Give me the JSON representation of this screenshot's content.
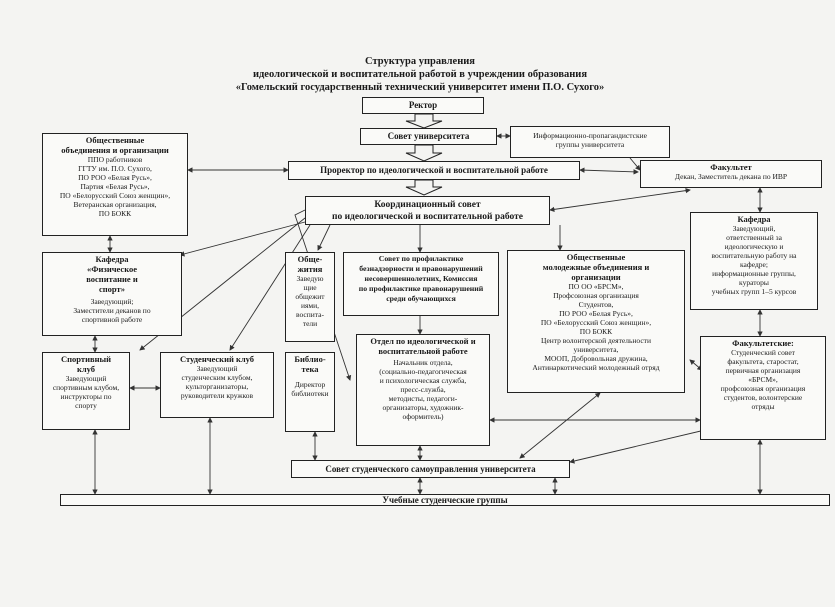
{
  "title": {
    "line1": "Структура управления",
    "line2": "идеологической и воспитательной работой в учреждении образования",
    "line3": "«Гомельский государственный технический университет имени П.О. Сухого»"
  },
  "boxes": {
    "rector": "Ректор",
    "council": "Совет университета",
    "info_groups": "Информационно-пропагандистские\nгруппы университета",
    "vice_rector": "Проректор по идеологической и воспитательной работе",
    "faculty": {
      "head": "Факультет",
      "body": "Декан,  Заместитель декана по ИВР"
    },
    "coordination": {
      "head": "Координационный совет\nпо идеологической и воспитательной работе"
    },
    "public_orgs": {
      "head": "Общественные\nобъединения и организации",
      "body": "ППО  работников\nГГТУ им. П.О. Сухого,\nПО РОО «Белая Русь»,\nПартия «Белая Русь»,\nПО «Белорусский Союз женщин»,\nВетеранская организация,\nПО БОКК"
    },
    "department": {
      "head": "Кафедра",
      "body": "Заведующий,\nответственный за\nидеологическую и\nвоспитательную работу на\nкафедре;\nинформационные группы,\nкураторы\nучебных групп 1–5 курсов"
    },
    "pe_department": {
      "head": "Кафедра\n«Физическое\nвоспитание и\nспорт»",
      "body": "Заведующий;\nЗаместители деканов по\nспортивной работе"
    },
    "dormitories": {
      "head": "Обще-\nжития",
      "body": "Заведую\nщие\nобщежит\nиями,\nвоспита-\nтели"
    },
    "prevention": {
      "head": "Совет по профилактике\nбезнадзорности и правонарушений\nнесовершеннолетних, Комиссия\nпо профилактике правонарушений\nсреди обучающихся"
    },
    "youth_orgs": {
      "head": "Общественные\nмолодежные объединения и\nорганизации",
      "body": "ПО ОО «БРСМ»,\nПрофсоюзная организация\nСтудентов,\nПО РОО «Белая Русь»,\nПО «Белорусский Союз женщин»,\nПО БОКК\nЦентр волонтерской деятельности\nуниверситета,\nМООП, Добровольная дружина,\nАнтинаркотический молодежный отряд"
    },
    "sport_club": {
      "head": "Спортивный\nклуб",
      "body": "Заведующий\nспортивным клубом,\nинструкторы по\nспорту"
    },
    "student_club": {
      "head": "Студенческий клуб",
      "body": "Заведующий\nстуденческим клубом,\nкульторганизаторы,\nруководители кружков"
    },
    "library": {
      "head": "Библио-\nтека",
      "body": "Директор\nбиблиотеки"
    },
    "ideology_dept": {
      "head": "Отдел по идеологической и\nвоспитательной работе",
      "body": "Начальник отдела,\n(социально-педагогическая\nи психологическая служба,\nпресс-служба,\nметодисты, педагоги-\nорганизаторы, художник-\nоформитель)"
    },
    "faculty_level": {
      "head": "Факультетские:",
      "body": "Студенческий совет\nфакультета, старостат,\nпервичная организация\n«БРСМ»,\nпрофсоюзная организация\nстудентов, волонтерские\nотряды"
    },
    "student_gov": "Совет студенческого самоуправления университета",
    "study_groups": "Учебные студенческие группы"
  }
}
